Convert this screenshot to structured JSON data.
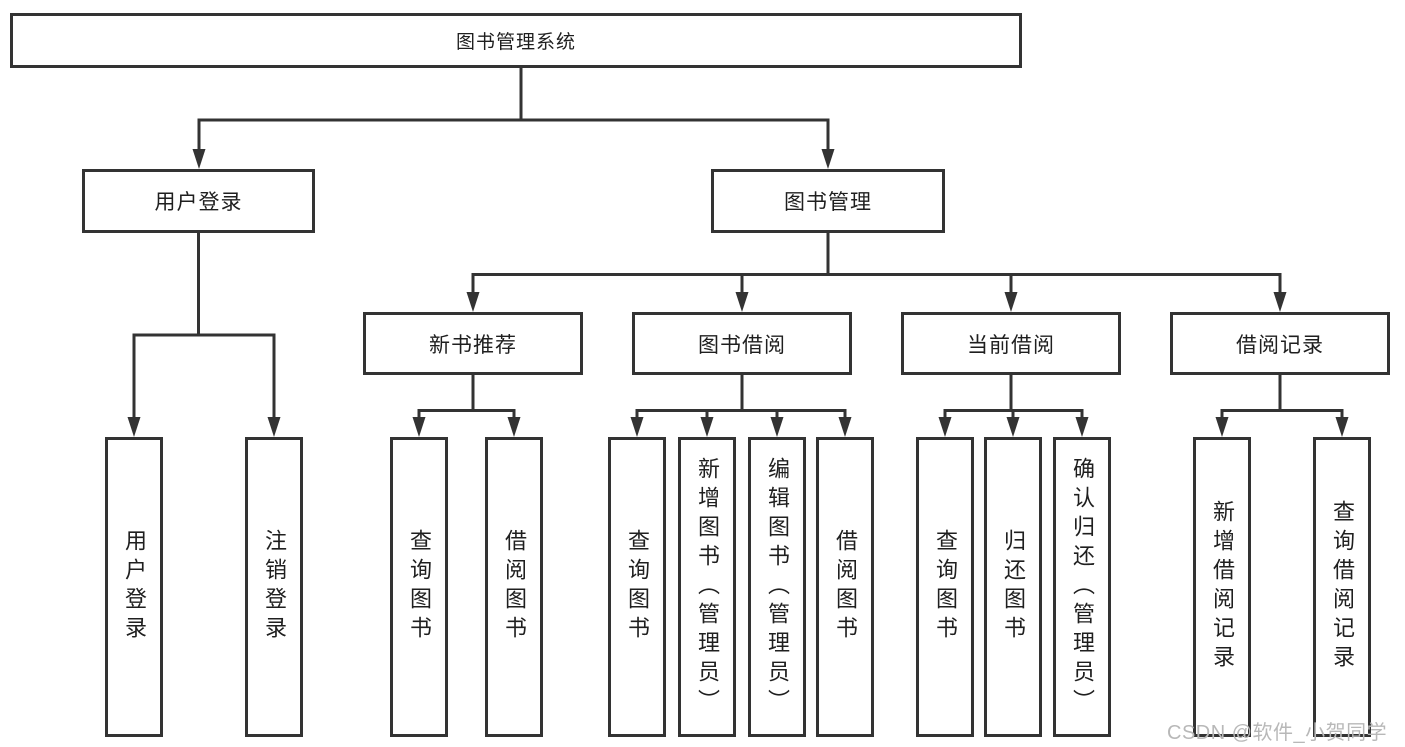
{
  "diagram_title": "图书管理系统",
  "nodes": {
    "root": "图书管理系统",
    "user_login": "用户登录",
    "book_mgmt": "图书管理",
    "new_book_rec": "新书推荐",
    "book_borrowing": "图书借阅",
    "current_borrowing": "当前借阅",
    "borrowing_records": "借阅记录",
    "ul_user_login": "用户登录",
    "ul_logout": "注销登录",
    "nb_query_books": "查询图书",
    "nb_borrow_books": "借阅图书",
    "bb_query_books": "查询图书",
    "bb_add_books": "新增图书（管理员）",
    "bb_edit_books": "编辑图书（管理员）",
    "bb_borrow_books": "借阅图书",
    "cb_query_books": "查询图书",
    "cb_return_books": "归还图书",
    "cb_confirm_return": "确认归还（管理员）",
    "br_add_record": "新增借阅记录",
    "br_query_record": "查询借阅记录"
  },
  "edges": [
    {
      "parent": "root",
      "children": [
        "user_login",
        "book_mgmt"
      ]
    },
    {
      "parent": "user_login",
      "children": [
        "ul_user_login",
        "ul_logout"
      ]
    },
    {
      "parent": "book_mgmt",
      "children": [
        "new_book_rec",
        "book_borrowing",
        "current_borrowing",
        "borrowing_records"
      ]
    },
    {
      "parent": "new_book_rec",
      "children": [
        "nb_query_books",
        "nb_borrow_books"
      ]
    },
    {
      "parent": "book_borrowing",
      "children": [
        "bb_query_books",
        "bb_add_books",
        "bb_edit_books",
        "bb_borrow_books"
      ]
    },
    {
      "parent": "current_borrowing",
      "children": [
        "cb_query_books",
        "cb_return_books",
        "cb_confirm_return"
      ]
    },
    {
      "parent": "borrowing_records",
      "children": [
        "br_add_record",
        "br_query_record"
      ]
    }
  ],
  "watermark": "CSDN @软件_小贺同学",
  "colors": {
    "line": "#333333",
    "text": "#1f1f1f",
    "watermark": "#b8b8b8",
    "background": "#ffffff"
  }
}
